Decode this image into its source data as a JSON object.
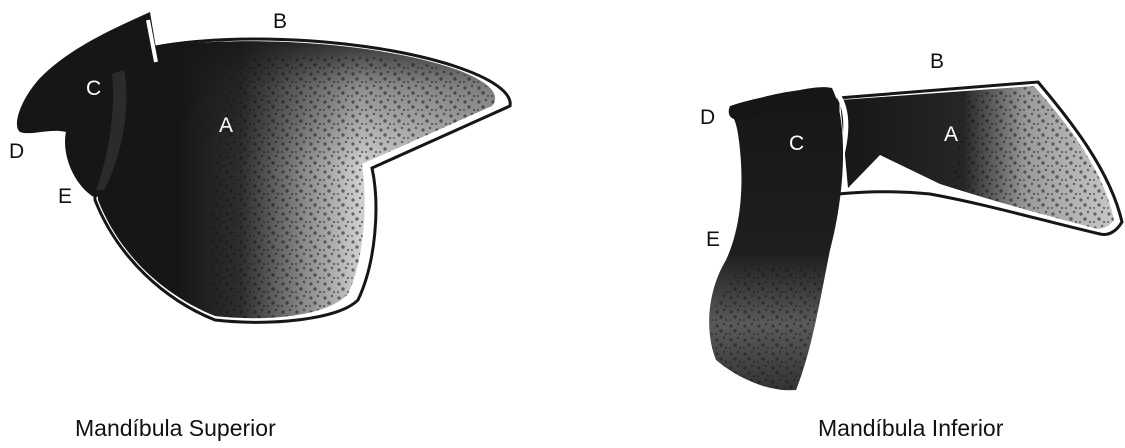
{
  "diagrams": [
    {
      "caption": "Mandíbula Superior",
      "labels": {
        "A": "A",
        "B": "B",
        "C": "C",
        "D": "D",
        "E": "E"
      }
    },
    {
      "caption": "Mandíbula Inferior",
      "labels": {
        "A": "A",
        "B": "B",
        "C": "C",
        "D": "D",
        "E": "E"
      }
    }
  ],
  "colors": {
    "ink": "#161616",
    "paper": "#ffffff"
  }
}
